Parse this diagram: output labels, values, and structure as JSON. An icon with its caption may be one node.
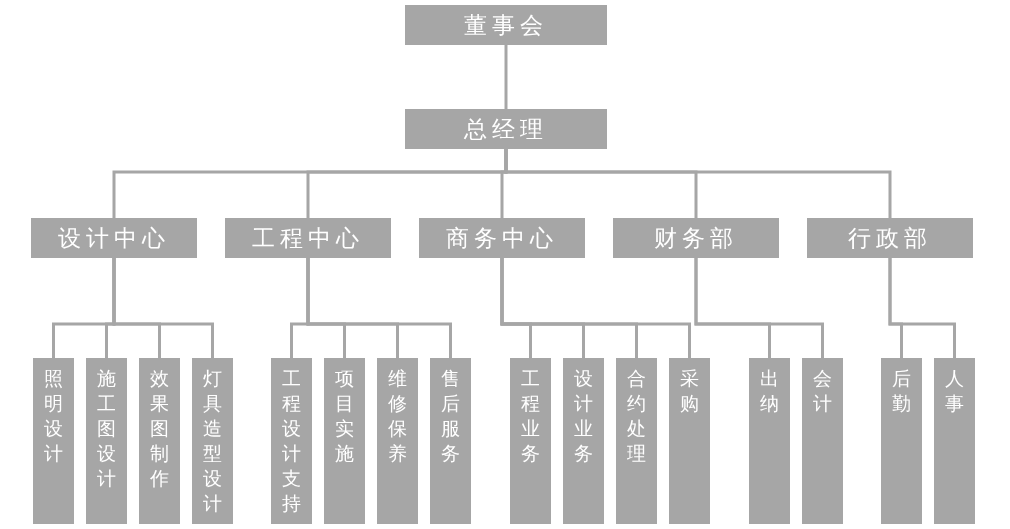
{
  "diagram": {
    "nodes": [
      {
        "text": [
          "董事会"
        ]
      },
      {
        "text": [
          "总经理"
        ]
      },
      {
        "text": [
          "设计中心"
        ]
      },
      {
        "text": [
          "工程中心"
        ]
      },
      {
        "text": [
          "商务中心"
        ]
      },
      {
        "text": [
          "财务部"
        ]
      },
      {
        "text": [
          "行政部"
        ]
      },
      {
        "text": [
          "照明设计"
        ]
      },
      {
        "text": [
          "施工图设计"
        ]
      },
      {
        "text": [
          "效果图制作"
        ]
      },
      {
        "text": [
          "灯具造型设计"
        ]
      },
      {
        "text": [
          "工程设计支持"
        ]
      },
      {
        "text": [
          "项目实施"
        ]
      },
      {
        "text": [
          "维修保养"
        ]
      },
      {
        "text": [
          "售后服务"
        ]
      },
      {
        "text": [
          "工程业务"
        ]
      },
      {
        "text": [
          "设计业务"
        ]
      },
      {
        "text": [
          "合约处理"
        ]
      },
      {
        "text": [
          "采购"
        ]
      },
      {
        "text": [
          "出纳"
        ]
      },
      {
        "text": [
          "会计"
        ]
      },
      {
        "text": [
          "后勤"
        ]
      },
      {
        "text": [
          "人事"
        ]
      }
    ],
    "edges": [
      {
        "from": 0,
        "to": 1,
        "arrow": "none"
      },
      {
        "from": 1,
        "to": 2,
        "arrow": "none"
      },
      {
        "from": 1,
        "to": 3,
        "arrow": "none"
      },
      {
        "from": 1,
        "to": 4,
        "arrow": "none"
      },
      {
        "from": 1,
        "to": 5,
        "arrow": "none"
      },
      {
        "from": 1,
        "to": 6,
        "arrow": "none"
      },
      {
        "from": 2,
        "to": 7,
        "arrow": "none"
      },
      {
        "from": 2,
        "to": 8,
        "arrow": "none"
      },
      {
        "from": 2,
        "to": 9,
        "arrow": "none"
      },
      {
        "from": 2,
        "to": 10,
        "arrow": "none"
      },
      {
        "from": 3,
        "to": 11,
        "arrow": "none"
      },
      {
        "from": 3,
        "to": 12,
        "arrow": "none"
      },
      {
        "from": 3,
        "to": 13,
        "arrow": "none"
      },
      {
        "from": 3,
        "to": 14,
        "arrow": "none"
      },
      {
        "from": 4,
        "to": 15,
        "arrow": "none"
      },
      {
        "from": 4,
        "to": 16,
        "arrow": "none"
      },
      {
        "from": 4,
        "to": 17,
        "arrow": "none"
      },
      {
        "from": 4,
        "to": 18,
        "arrow": "none"
      },
      {
        "from": 5,
        "to": 19,
        "arrow": "none"
      },
      {
        "from": 5,
        "to": 20,
        "arrow": "none"
      },
      {
        "from": 6,
        "to": 21,
        "arrow": "none"
      },
      {
        "from": 6,
        "to": 22,
        "arrow": "none"
      }
    ]
  }
}
